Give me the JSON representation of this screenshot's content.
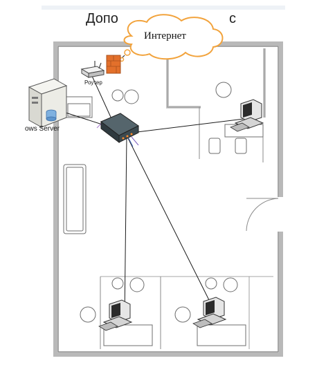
{
  "title": {
    "left": "Допо",
    "right": "с"
  },
  "cloud": {
    "label": "Интернет"
  },
  "devices": {
    "server_label": "ows Server",
    "router_label": "Роутер"
  },
  "colors": {
    "wall": "#8a8a8a",
    "furniture": "#6d6d6d",
    "cable": "#1a1a1a",
    "cloud_stroke": "#f2a33c",
    "firewall": "#e3702b",
    "switch": "#3c4a50"
  }
}
